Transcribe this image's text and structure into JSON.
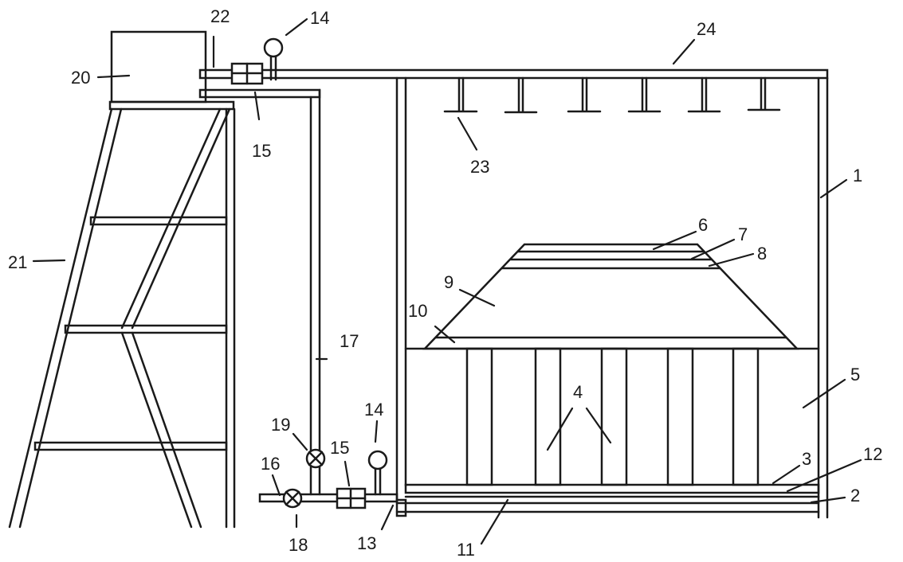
{
  "labels": {
    "l1": "1",
    "l2": "2",
    "l3": "3",
    "l4": "4",
    "l5": "5",
    "l6": "6",
    "l7": "7",
    "l8": "8",
    "l9": "9",
    "l10": "10",
    "l11": "11",
    "l12": "12",
    "l13": "13",
    "l14a": "14",
    "l14b": "14",
    "l15a": "15",
    "l15b": "15",
    "l16": "16",
    "l17": "17",
    "l18": "18",
    "l19": "19",
    "l20": "20",
    "l21": "21",
    "l22": "22",
    "l23": "23",
    "l24": "24"
  }
}
